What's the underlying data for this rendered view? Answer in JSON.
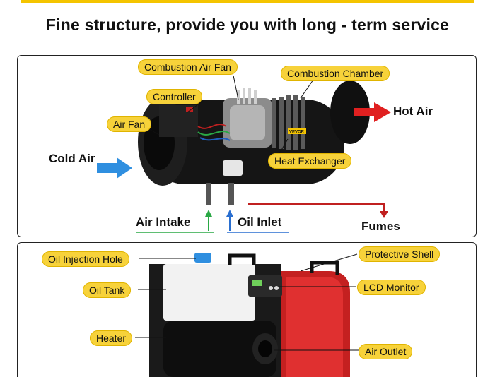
{
  "headline": "Fine structure, provide you with long - term service",
  "top": {
    "labels": {
      "combustion_air_fan": "Combustion Air Fan",
      "combustion_chamber": "Combustion Chamber",
      "controller": "Controller",
      "air_fan": "Air Fan",
      "heat_exchanger": "Heat Exchanger"
    },
    "flow": {
      "cold_air": "Cold Air",
      "hot_air": "Hot Air",
      "air_intake": "Air Intake",
      "oil_inlet": "Oil Inlet",
      "fumes": "Fumes"
    },
    "brand": "VEVOR"
  },
  "bottom": {
    "labels": {
      "oil_injection_hole": "Oil Injection Hole",
      "oil_tank": "Oil Tank",
      "heater": "Heater",
      "protective_shell": "Protective Shell",
      "lcd_monitor": "LCD Monitor",
      "air_outlet": "Air Outlet"
    }
  },
  "colors": {
    "accent": "#f4c400",
    "label_fill": "#f7d23a",
    "hot_arrow": "#e02020",
    "cold_arrow": "#2f8fe0",
    "intake_arrow": "#2aa845",
    "oil_arrow": "#2a6fd0",
    "fumes_arrow": "#c02020"
  }
}
